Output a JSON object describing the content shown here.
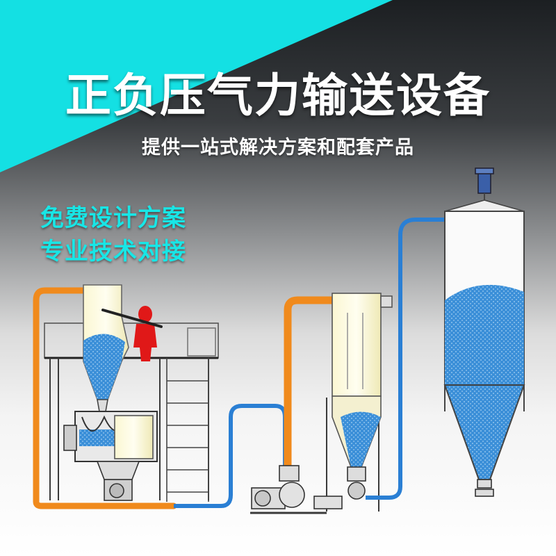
{
  "banner": {
    "title": "正负压气力输送设备",
    "subtitle": "提供一站式解决方案和配套产品"
  },
  "promo": {
    "line1": "免费设计方案",
    "line2": "专业技术对接"
  },
  "colors": {
    "accent_cyan": "#14e0e3",
    "pipe_orange": "#f08a1c",
    "pipe_blue": "#2a7fd4",
    "material_blue": "#3b8fd8",
    "operator_red": "#e01818"
  }
}
